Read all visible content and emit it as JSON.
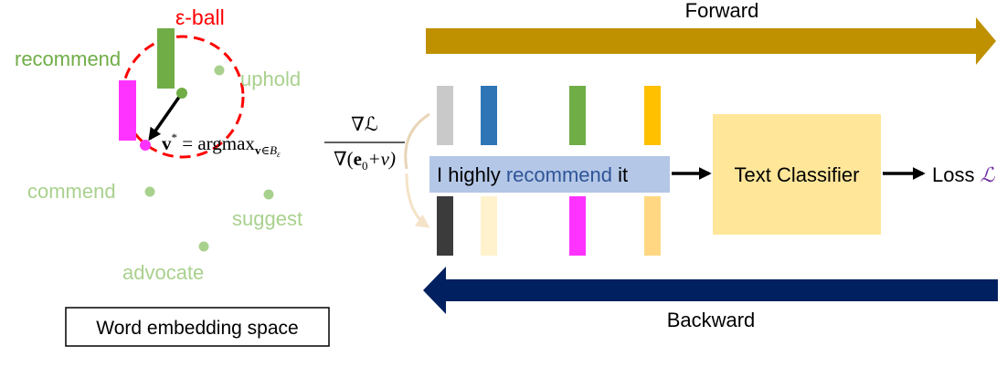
{
  "colors": {
    "green_label": "#70ad47",
    "light_green_label": "#a9d18e",
    "ball_red": "#ff0000",
    "green_bar": "#70ad47",
    "magenta": "#ff33ff",
    "forward_arrow": "#bf9000",
    "backward_arrow": "#002060",
    "sentence_box": "#b4c7e7",
    "recommend_word": "#2f5597",
    "classifier_box": "#ffe699",
    "loss_symbol": "#7030a0"
  },
  "embedding_space": {
    "ball_label": "ε-ball",
    "words": {
      "recommend": "recommend",
      "uphold": "uphold",
      "commend": "commend",
      "suggest": "suggest",
      "advocate": "advocate"
    },
    "box_label": "Word embedding space"
  },
  "formula": {
    "lhs": "v",
    "star": "*",
    "equals": " = argmax",
    "subscript_v": "v",
    "subscript_in": "∈",
    "subscript_B": "B",
    "subscript_eps": "ε",
    "numerator": "∇ℒ",
    "denominator_nabla": "∇(",
    "denominator_e": "e",
    "denominator_zero": "0",
    "denominator_rest": "+v)"
  },
  "pipeline": {
    "forward_label": "Forward",
    "backward_label": "Backward",
    "sentence_prefix": "I highly ",
    "sentence_highlight": "recommend",
    "sentence_suffix": " it",
    "classifier_label": "Text Classifier",
    "loss_label": "Loss ",
    "loss_symbol": "ℒ"
  }
}
